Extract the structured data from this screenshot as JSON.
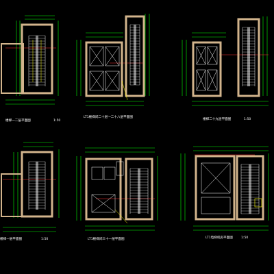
{
  "drawings": [
    {
      "id": "d1",
      "caption": "楼梯一二层平面图",
      "scale": "1:50"
    },
    {
      "id": "d2",
      "caption": "LT1楼梯间二十层～二十八层平面图",
      "scale": ""
    },
    {
      "id": "d3",
      "caption": "楼梯二十九层平面图",
      "scale": "1:50"
    },
    {
      "id": "d4",
      "caption": "楼梯一层平面图",
      "scale": "1:50"
    },
    {
      "id": "d5",
      "caption": "LT1楼梯间三十一层平面图",
      "scale": ""
    },
    {
      "id": "d6",
      "caption": "LT1电梯机房平面图",
      "scale": "1:50"
    }
  ],
  "colors": {
    "background": "#000000",
    "wall": "#d2b48c",
    "dimension": "#00ff00",
    "axis": "#ff3333",
    "stair": "#ffffff",
    "detail": "#00ffff",
    "text": "#ffffff",
    "label": "#ffff00"
  }
}
